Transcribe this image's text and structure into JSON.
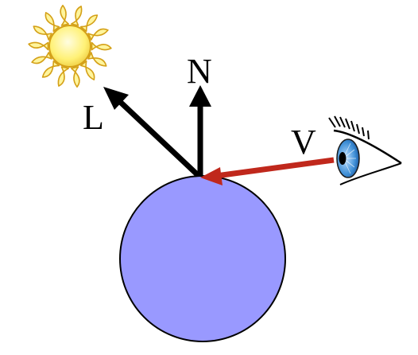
{
  "diagram": {
    "labels": {
      "light": "L",
      "normal": "N",
      "view": "V"
    },
    "icons": {
      "sun": "sun-icon",
      "eye": "eye-icon"
    },
    "colors": {
      "sphere_fill": "#9999ff",
      "sphere_stroke": "#000000",
      "light_vector": "#000000",
      "normal_vector": "#000000",
      "view_vector": "#c0281c",
      "sun_body": "#fff176",
      "sun_rays": "#f5d442",
      "eye_iris": "#3f8fd6"
    }
  }
}
